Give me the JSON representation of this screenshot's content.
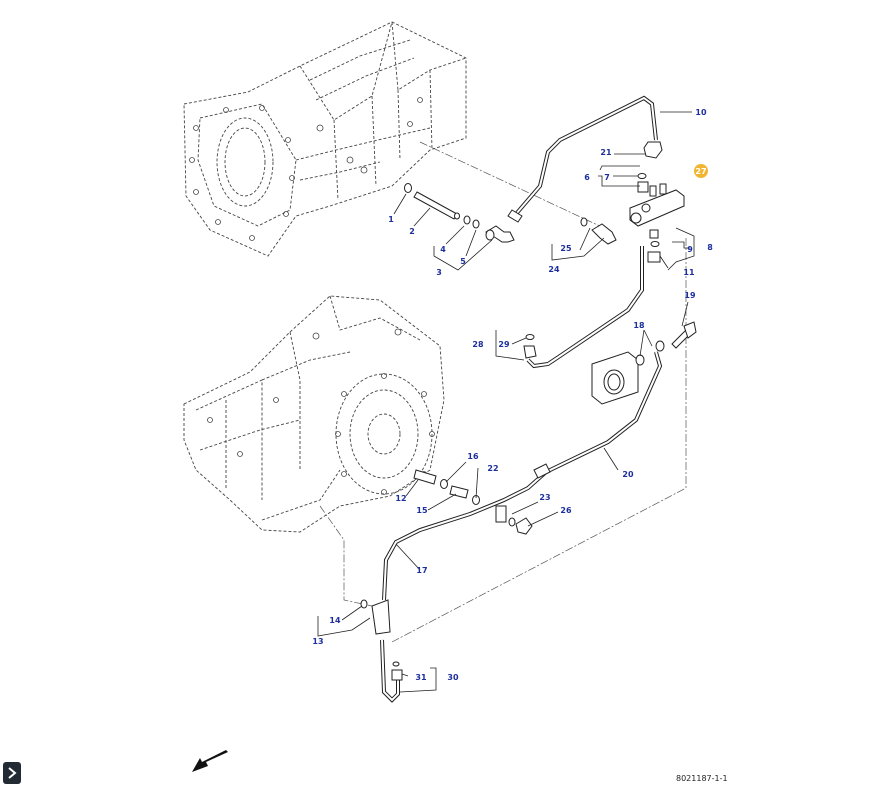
{
  "drawing_ref": "8021187-1-1",
  "icons": {
    "expand": "chevron-right-icon",
    "orientation": "direction-arrow-icon"
  },
  "colors": {
    "callout_text": "#1d2f9e",
    "highlight": "#f2b530",
    "line": "#333333"
  },
  "callouts": [
    {
      "id": "1",
      "label": "1"
    },
    {
      "id": "2",
      "label": "2"
    },
    {
      "id": "3",
      "label": "3"
    },
    {
      "id": "4",
      "label": "4"
    },
    {
      "id": "5",
      "label": "5"
    },
    {
      "id": "6",
      "label": "6"
    },
    {
      "id": "7",
      "label": "7"
    },
    {
      "id": "8",
      "label": "8"
    },
    {
      "id": "9",
      "label": "9"
    },
    {
      "id": "10",
      "label": "10"
    },
    {
      "id": "11",
      "label": "11"
    },
    {
      "id": "12",
      "label": "12"
    },
    {
      "id": "13",
      "label": "13"
    },
    {
      "id": "14",
      "label": "14"
    },
    {
      "id": "15",
      "label": "15"
    },
    {
      "id": "16",
      "label": "16"
    },
    {
      "id": "17",
      "label": "17"
    },
    {
      "id": "18",
      "label": "18"
    },
    {
      "id": "19",
      "label": "19"
    },
    {
      "id": "20",
      "label": "20"
    },
    {
      "id": "21",
      "label": "21"
    },
    {
      "id": "22",
      "label": "22"
    },
    {
      "id": "23",
      "label": "23"
    },
    {
      "id": "24",
      "label": "24"
    },
    {
      "id": "25",
      "label": "25"
    },
    {
      "id": "26",
      "label": "26"
    },
    {
      "id": "27",
      "label": "27",
      "highlighted": true
    },
    {
      "id": "28",
      "label": "28"
    },
    {
      "id": "29",
      "label": "29"
    },
    {
      "id": "30",
      "label": "30"
    },
    {
      "id": "31",
      "label": "31"
    }
  ]
}
